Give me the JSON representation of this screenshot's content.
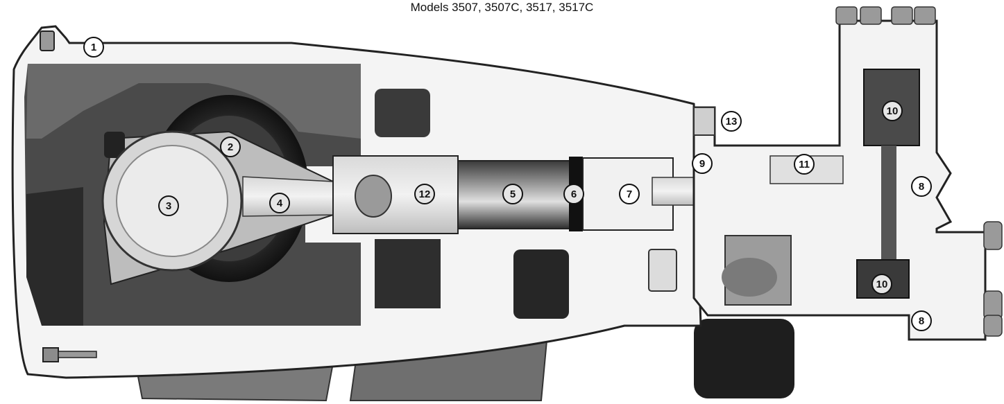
{
  "figure": {
    "title": "Models 3507, 3507C, 3517, 3517C",
    "callouts": [
      "1",
      "2",
      "3",
      "4",
      "5",
      "6",
      "7",
      "8",
      "9",
      "10",
      "11",
      "12",
      "13",
      "10",
      "8"
    ]
  }
}
